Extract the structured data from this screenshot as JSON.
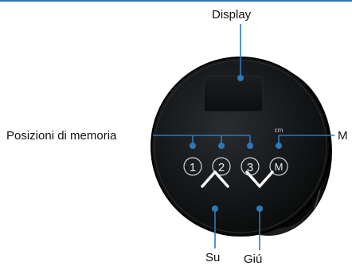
{
  "labels": {
    "display": "Display",
    "memory_positions": "Posizioni di memoria",
    "memory_key": "M",
    "up": "Su",
    "down": "Giú"
  },
  "buttons": {
    "preset_1": "1",
    "preset_2": "2",
    "preset_3": "3",
    "memory": "M",
    "unit": "cm"
  },
  "icons": [
    "chevron-up-icon",
    "chevron-down-icon"
  ],
  "colors": {
    "callout_line": "#2e78b8",
    "callout_dot": "#2e78b8",
    "device_body": "#111111",
    "button_outline": "#cfd3d6"
  }
}
